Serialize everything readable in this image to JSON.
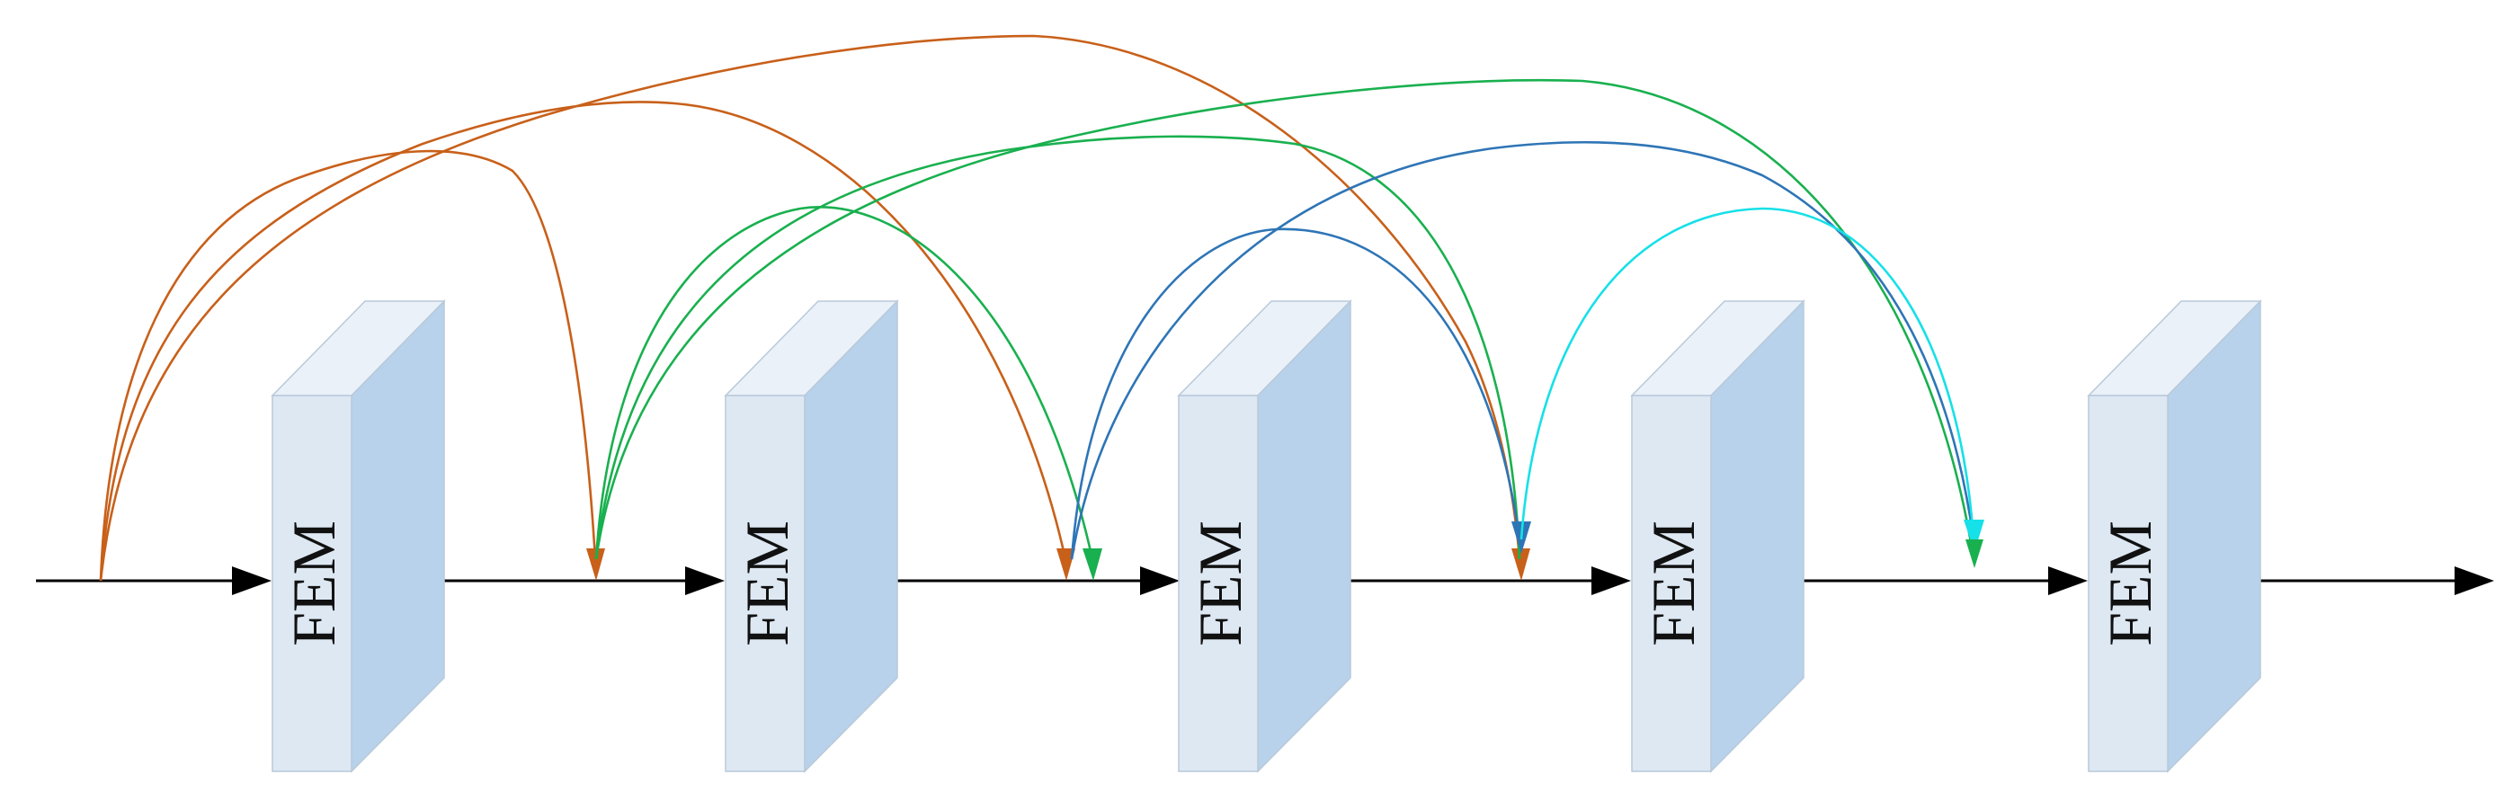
{
  "blocks": [
    {
      "label": "FEM"
    },
    {
      "label": "FEM"
    },
    {
      "label": "FEM"
    },
    {
      "label": "FEM"
    },
    {
      "label": "FEM"
    }
  ],
  "colors": {
    "orange": "#c8601a",
    "green": "#19b04f",
    "blue": "#2e75b6",
    "cyan": "#16e0e8",
    "block_front": "#dde8f3",
    "block_side": "#b7d2ea",
    "flow_line": "#000000"
  },
  "skip_groups": [
    {
      "color": "orange",
      "from": "input",
      "to": [
        "after-FEM-1",
        "after-FEM-2",
        "after-FEM-3"
      ]
    },
    {
      "color": "green",
      "from": "after-FEM-1",
      "to": [
        "after-FEM-2",
        "after-FEM-3",
        "after-FEM-4"
      ]
    },
    {
      "color": "blue",
      "from": "after-FEM-2",
      "to": [
        "after-FEM-3"
      ]
    },
    {
      "color": "cyan",
      "from": "after-FEM-3",
      "to": [
        "after-FEM-4"
      ]
    }
  ]
}
